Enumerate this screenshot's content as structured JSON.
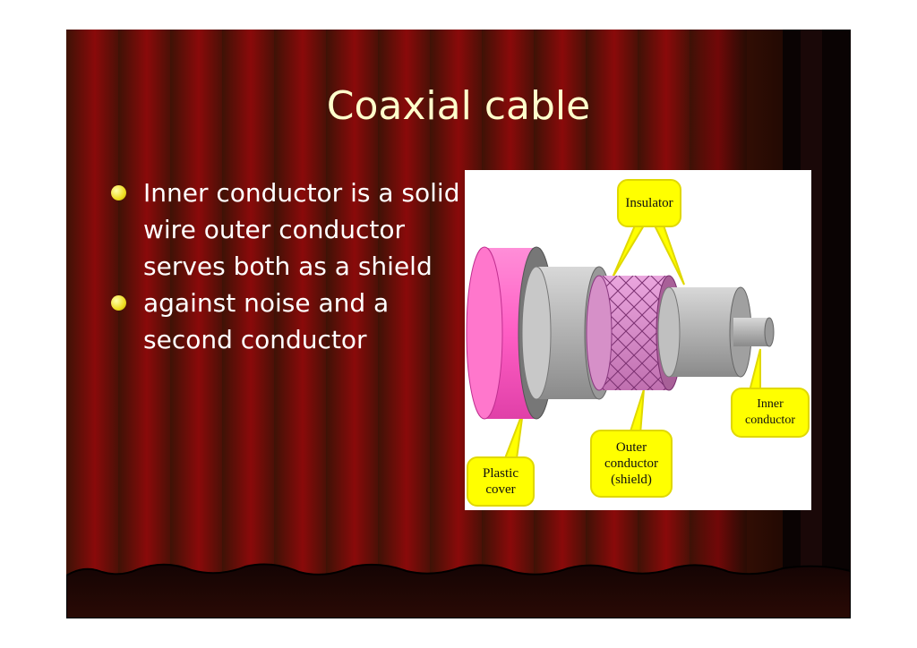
{
  "slide": {
    "title": "Coaxial cable",
    "bullets": [
      "Inner conductor is a solid wire outer conductor serves both as a shield",
      "against noise and a second conductor"
    ]
  },
  "figure": {
    "labels": {
      "insulator": "Insulator",
      "inner_conductor": "Inner conductor",
      "plastic_cover": "Plastic cover",
      "outer_conductor_line1": "Outer conductor",
      "outer_conductor_line2": "(shield)"
    }
  },
  "colors": {
    "curtain_dark": "#4a1406",
    "curtain_red": "#8a0a0a",
    "title_text": "#ffffcc",
    "bullet_dot": "#eedd22",
    "callout_fill": "#ffff00",
    "plastic_cover": "#ff66cc",
    "insulator": "#b0b0b0",
    "braid": "#dd88cc"
  }
}
